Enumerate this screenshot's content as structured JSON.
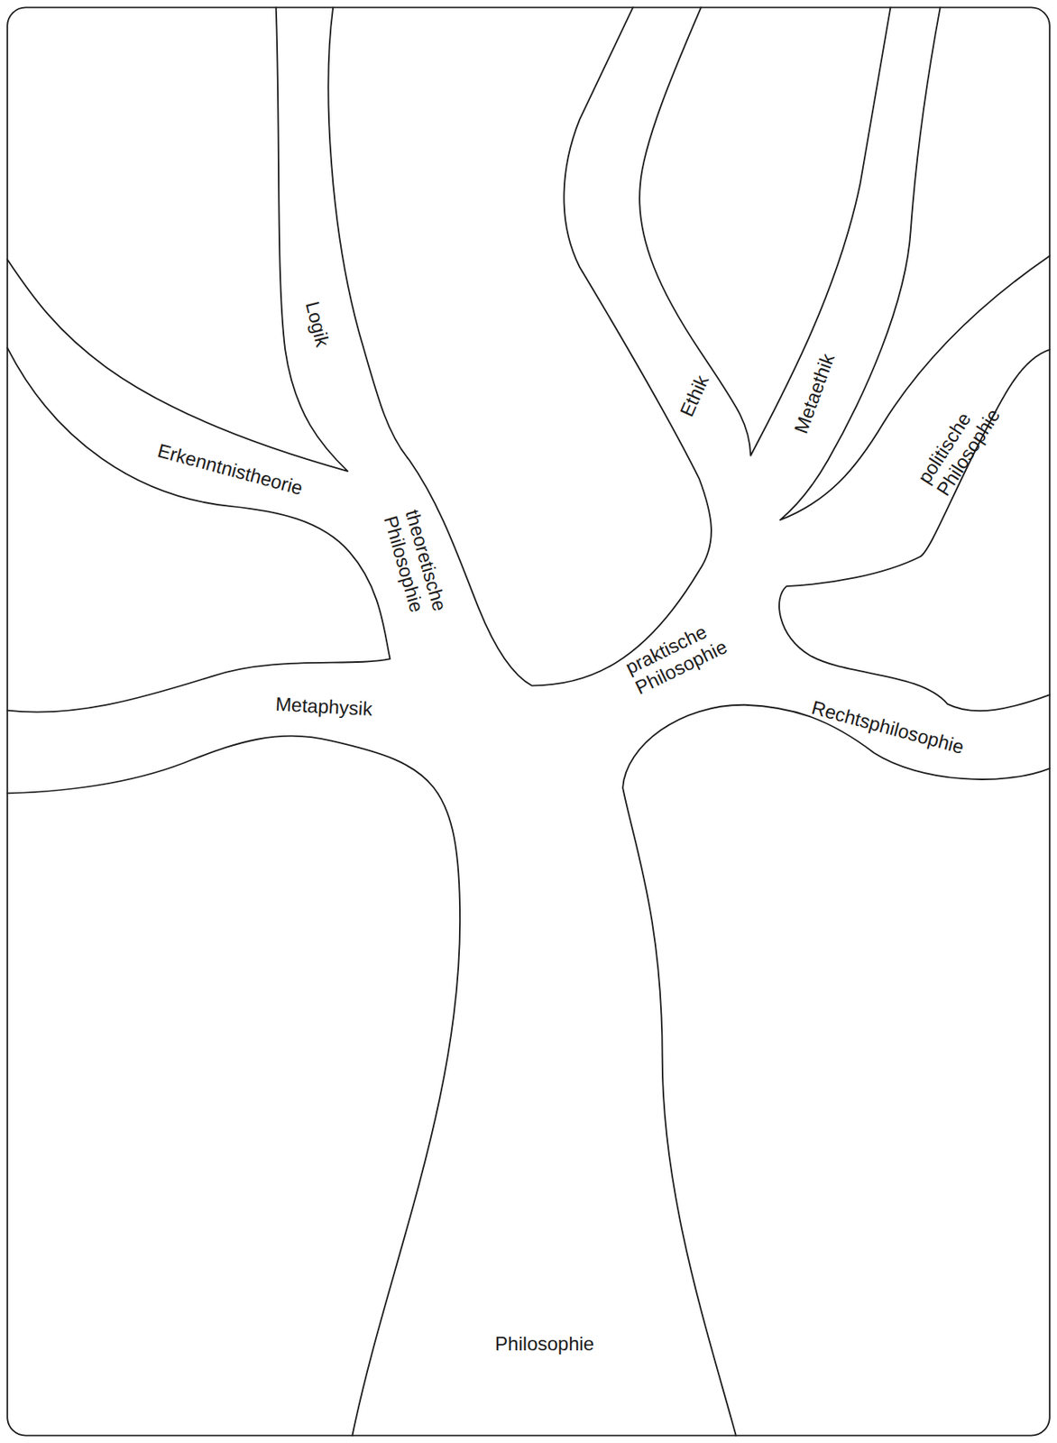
{
  "diagram": {
    "labels": [
      "Logik",
      "Erkenntnistheorie",
      "theoretische Philosophie",
      "Metaphysik",
      "Ethik",
      "Metaethik",
      "politische Philosophie",
      "praktische Philosophie",
      "Rechtsphilosophie",
      "Philosophie"
    ]
  }
}
